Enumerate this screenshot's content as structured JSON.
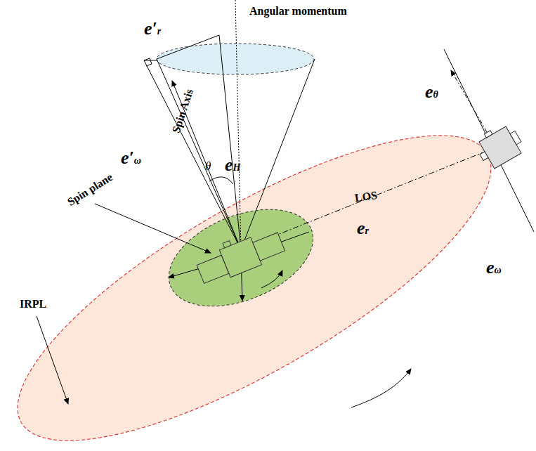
{
  "diagram": {
    "labels": [
      "Angular momentum",
      "e′r",
      "e′ω",
      "eH",
      "θ",
      "Spin Axis",
      "LOS",
      "er",
      "eθ",
      "eω",
      "Spin plane",
      "IRPL"
    ]
  }
}
